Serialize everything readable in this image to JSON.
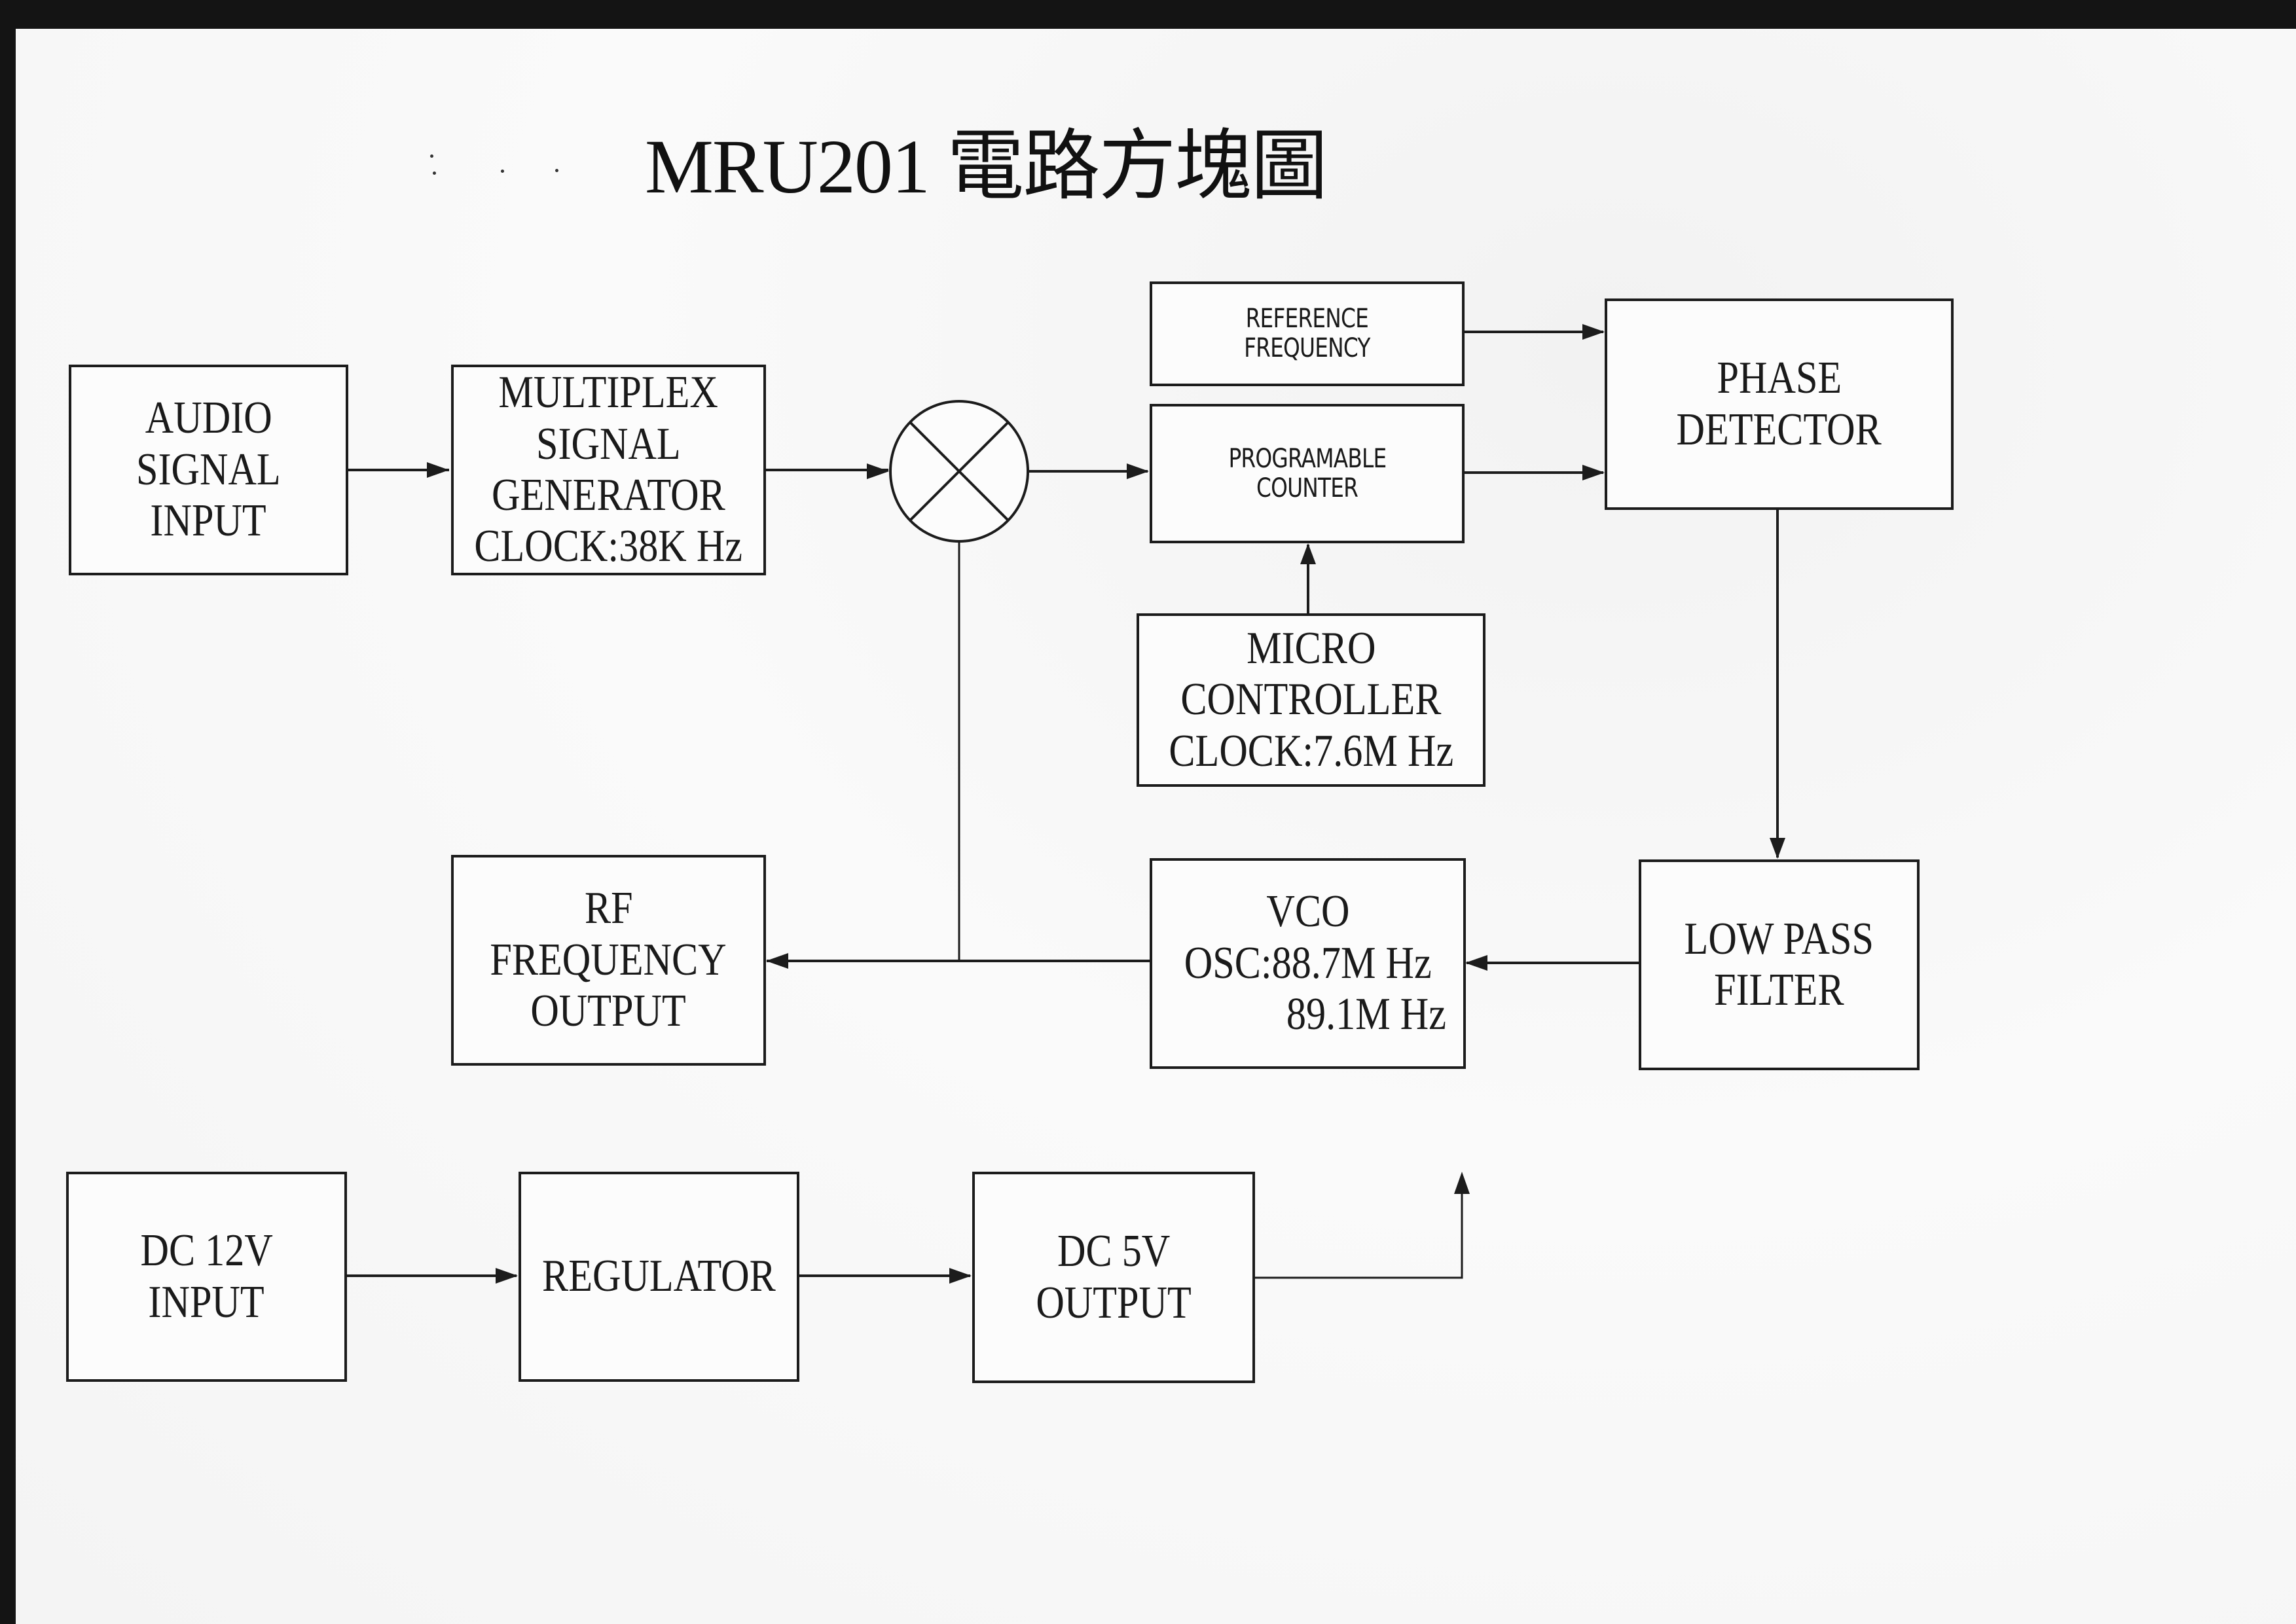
{
  "title": "MRU201 電路方塊圖",
  "blocks": {
    "audio_input": [
      "AUDIO",
      "SIGNAL",
      "INPUT"
    ],
    "multiplex": [
      "MULTIPLEX",
      "SIGNAL",
      "GENERATOR",
      "CLOCK:38K Hz"
    ],
    "reference_frequency": [
      "REFERENCE",
      "FREQUENCY"
    ],
    "programable_counter": [
      "PROGRAMABLE",
      "COUNTER"
    ],
    "phase_detector": [
      "PHASE",
      "DETECTOR"
    ],
    "micro_controller": [
      "MICRO",
      "CONTROLLER",
      "CLOCK:7.6M Hz"
    ],
    "rf_output": [
      "RF",
      "FREQUENCY",
      "OUTPUT"
    ],
    "vco": [
      "VCO",
      "OSC:88.7M Hz",
      "89.1M Hz"
    ],
    "low_pass_filter": [
      "LOW PASS",
      "FILTER"
    ],
    "dc12_input": [
      "DC 12V",
      "INPUT"
    ],
    "regulator": [
      "REGULATOR"
    ],
    "dc5_output": [
      "DC 5V",
      "OUTPUT"
    ]
  },
  "mixer_symbol": "multiplier-circle-x",
  "colors": {
    "ink": "#1c1c1c",
    "paper": "#f6f6f6",
    "scan_border": "#141414"
  }
}
